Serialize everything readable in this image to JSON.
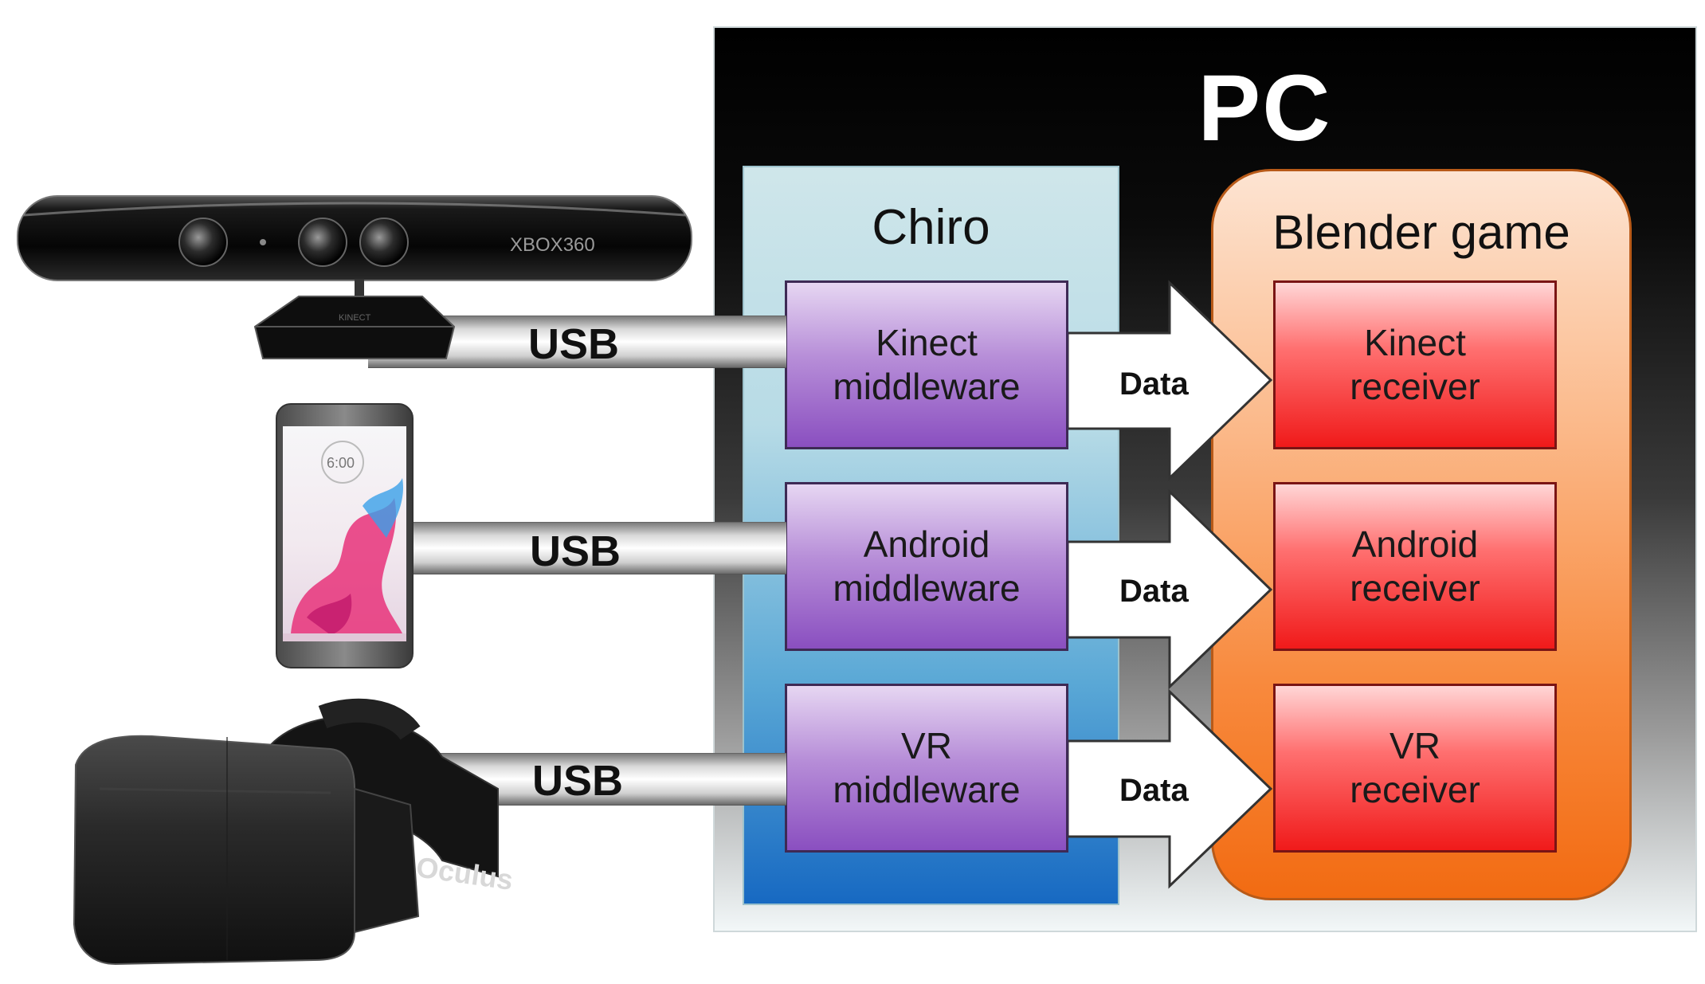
{
  "pc": {
    "title": "PC"
  },
  "chiro": {
    "title": "Chiro",
    "middlewares": [
      {
        "line1": "Kinect",
        "line2": "middleware"
      },
      {
        "line1": "Android",
        "line2": "middleware"
      },
      {
        "line1": "VR",
        "line2": "middleware"
      }
    ]
  },
  "blender": {
    "title": "Blender game",
    "receivers": [
      {
        "line1": "Kinect",
        "line2": "receiver"
      },
      {
        "line1": "Android",
        "line2": "receiver"
      },
      {
        "line1": "VR",
        "line2": "receiver"
      }
    ]
  },
  "connections": {
    "usb_label": "USB",
    "data_label": "Data"
  },
  "devices": {
    "kinect_brand": "XBOX360",
    "kinect_stand_text": "KINECT",
    "phone_clock": "6:00",
    "oculus_brand": "Oculus"
  },
  "colors": {
    "chiro_gradient_top": "#cfe6ea",
    "chiro_gradient_bottom": "#1769c2",
    "blender_gradient_top": "#fde4d2",
    "blender_gradient_bottom": "#f26b12",
    "middleware_fill": "#8a4fc0",
    "receiver_fill": "#f01a1a"
  }
}
